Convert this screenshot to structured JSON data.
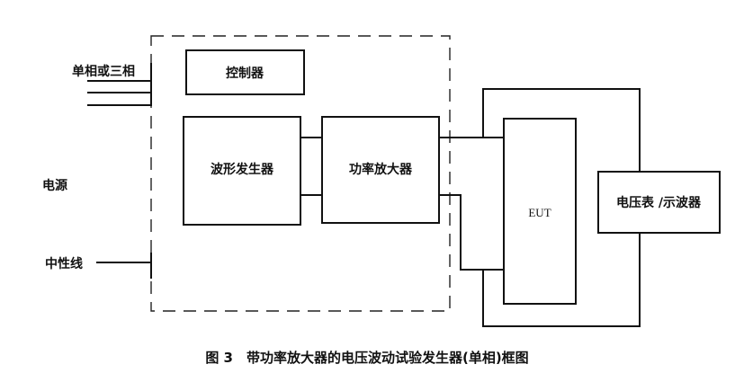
{
  "labels": {
    "phase": "单相或三相",
    "power": "电源",
    "neutral": "中性线",
    "controller": "控制器",
    "waveform": "波形发生器",
    "amplifier": "功率放大器",
    "eut": "EUT",
    "meter": "电压表 /示波器"
  },
  "caption": "图 3　带功率放大器的电压波动试验发生器(单相)框图"
}
